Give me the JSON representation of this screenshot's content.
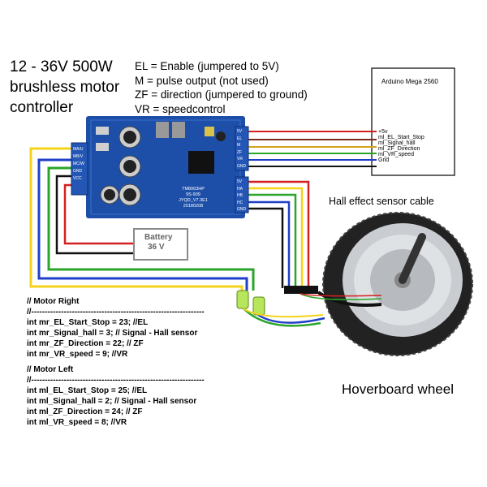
{
  "title": [
    "12 - 36V 500W",
    "brushless motor",
    "controller"
  ],
  "legend": [
    "EL = Enable (jumpered to 5V)",
    "M = pulse output (not used)",
    "ZF = direction (jumpered to ground)",
    "VR = speedcontrol"
  ],
  "arduino": {
    "title": "Arduino Mega 2560",
    "pins": [
      "+5v",
      "ml_EL_Start_Stop",
      "ml_Signal_hall",
      "ml_ZF_Direction",
      "ml_VR_speed",
      "Gnd"
    ]
  },
  "battery": {
    "name": "Battery",
    "voltage": "36 V"
  },
  "controller": {
    "left_pins": [
      "MA/U",
      "MB/V",
      "MC/W",
      "GND",
      "VCC"
    ],
    "right_pins_top": [
      "5V",
      "EL",
      "M",
      "ZF",
      "VR",
      "GND"
    ],
    "right_pins_hall": [
      "5V",
      "HA",
      "HB",
      "HC",
      "GND"
    ],
    "board_text": [
      "TM8063HP",
      "9S-909",
      "JYQD_V7.3E1",
      "20180208"
    ]
  },
  "hall_label": "Hall effect sensor cable",
  "wheel_label": "Hoverboard wheel",
  "code_right": [
    "// Motor Right",
    "//----------------------------------------------------------------",
    "int mr_EL_Start_Stop = 23; //EL",
    "int mr_Signal_hall = 3; // Signal - Hall sensor",
    "int mr_ZF_Direction = 22; // ZF",
    "int mr_VR_speed = 9;  //VR"
  ],
  "code_left": [
    "// Motor Left",
    "//----------------------------------------------------------------",
    "int ml_EL_Start_Stop = 25; //EL",
    "int ml_Signal_hall = 2; // Signal - Hall sensor",
    "int ml_ZF_Direction = 24; // ZF",
    "int ml_VR_speed = 8;  //VR"
  ],
  "wire_colors": {
    "red": "#d42020",
    "yellow": "#f5d318",
    "green": "#2aa52a",
    "blue": "#1f3fc8",
    "black": "#111111",
    "white": "#ffffff",
    "brown": "#7a2b1a",
    "board": "#1d4fa8"
  }
}
